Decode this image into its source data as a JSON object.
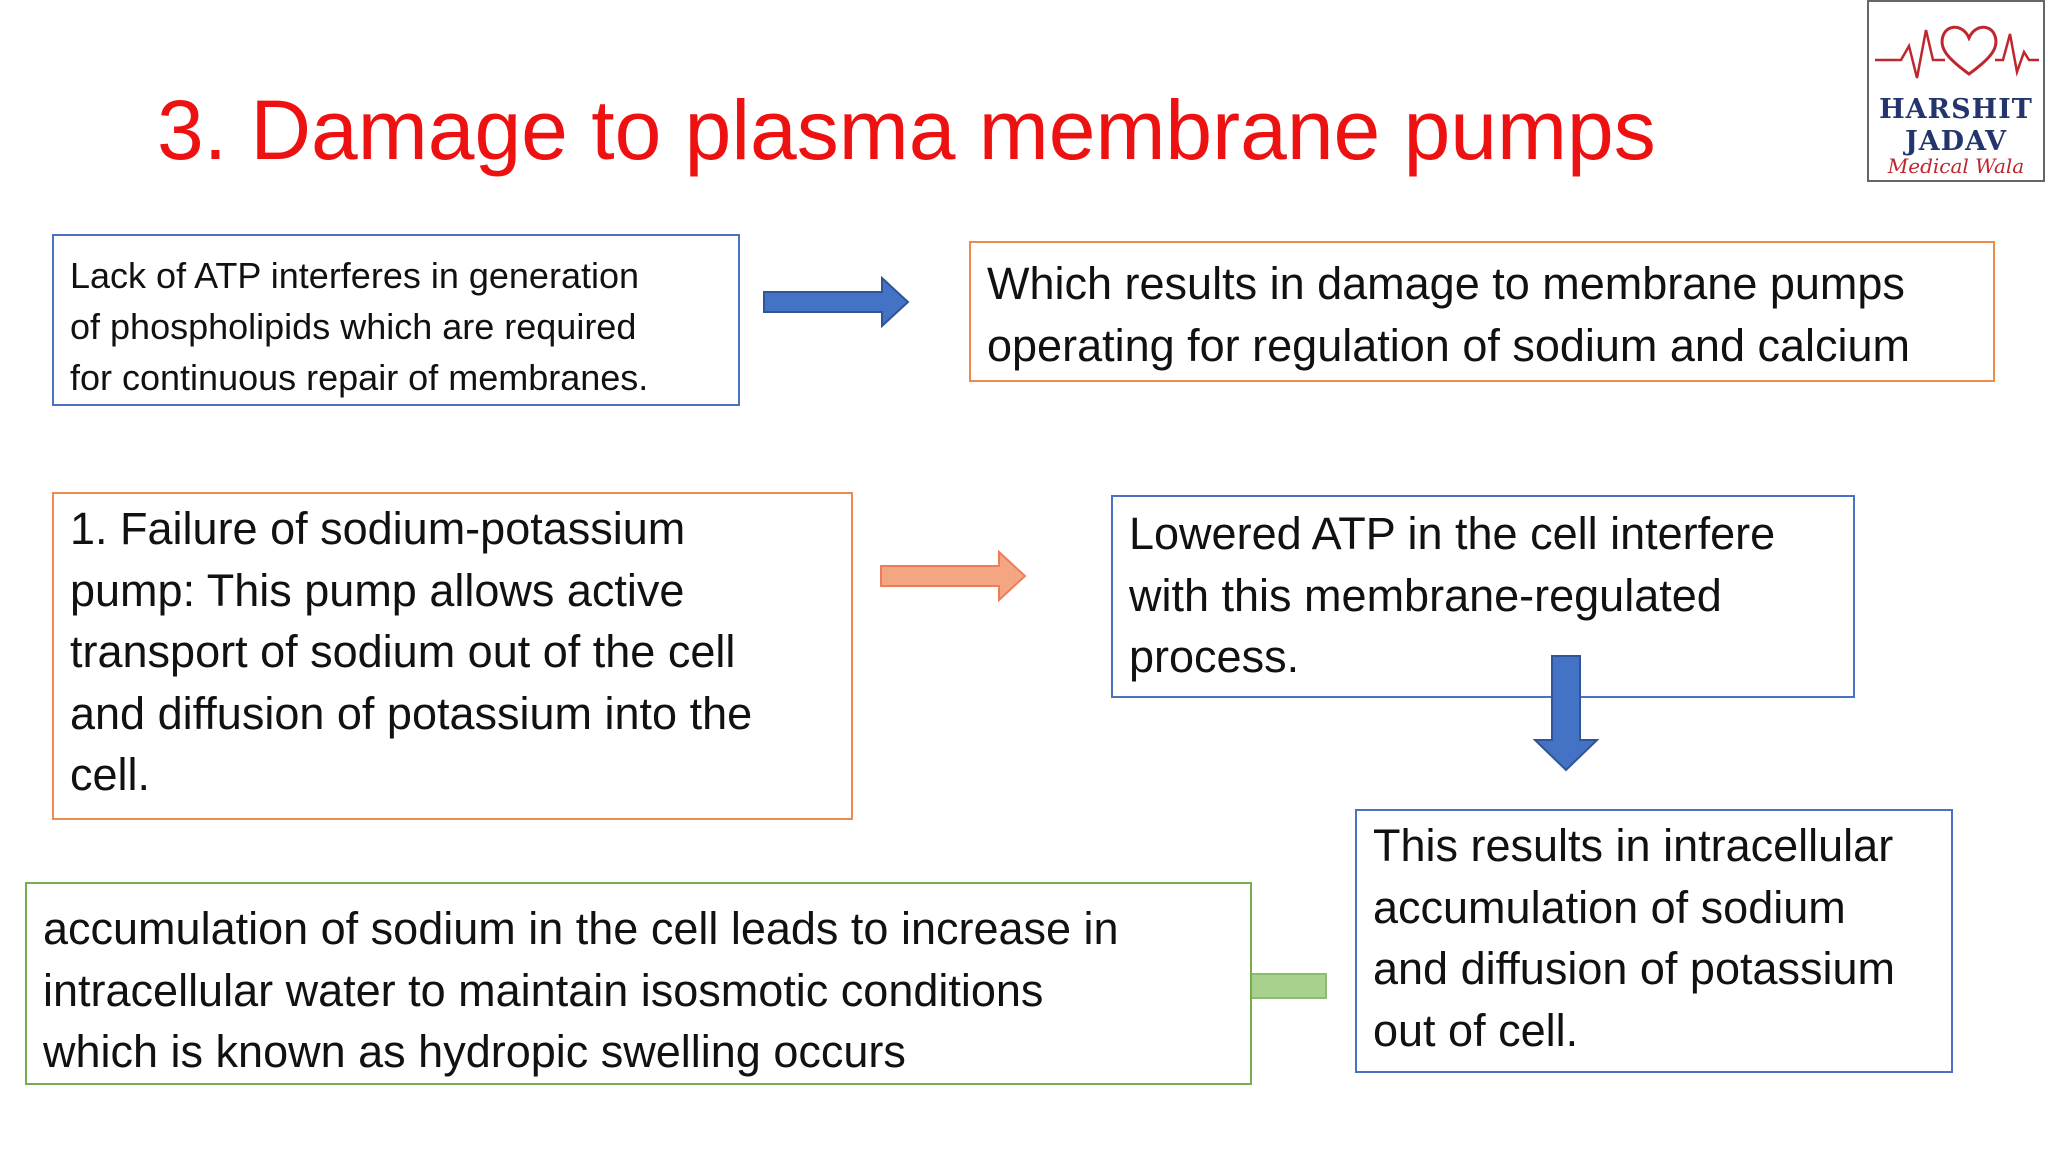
{
  "slide": {
    "title": "3. Damage to plasma membrane pumps",
    "boxes": {
      "atp_lack": [
        "Lack of ATP interferes in generation",
        "of phospholipids which are required",
        "for continuous repair of membranes."
      ],
      "pump_damage": [
        "Which results in damage to membrane pumps",
        "operating for regulation of sodium and calcium"
      ],
      "na_k_failure": [
        "1.  Failure of sodium-potassium",
        "pump:  This pump allows active",
        "transport of sodium out of the cell",
        "and diffusion of potassium into the",
        "cell."
      ],
      "lowered_atp": [
        "Lowered ATP in the cell interfere",
        "with this membrane-regulated",
        "process."
      ],
      "intracellular_result": [
        "This results in intracellular",
        "accumulation of sodium",
        "and diffusion of potassium",
        "out of cell."
      ],
      "hydropic_swelling": [
        "accumulation of sodium in the cell leads to increase in",
        "intracellular water to maintain isosmotic conditions",
        "which is known as hydropic swelling occurs"
      ]
    }
  },
  "logo": {
    "line1": "HARSHIT",
    "line2": "JADAV",
    "line3": "Medical Wala"
  },
  "colors": {
    "title": "#ee1111",
    "blue_arrow": "#4472c4",
    "orange_arrow": "#f4a582",
    "green_arrow": "#a9d18e",
    "blue_border": "#4a72c4",
    "orange_border": "#ed8b4c",
    "green_border": "#77ad4f"
  }
}
